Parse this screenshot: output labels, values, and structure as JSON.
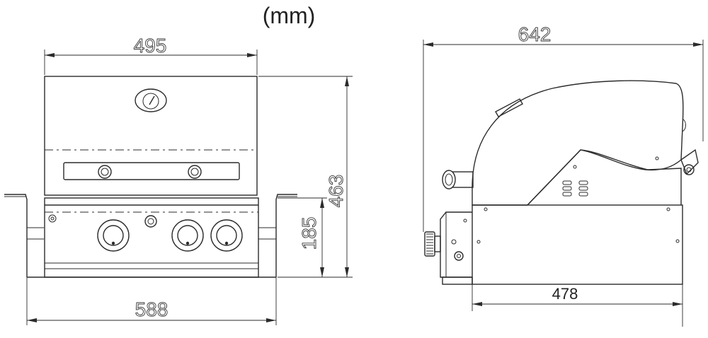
{
  "units_label": "(mm)",
  "dimensions": {
    "front_top_width": "495",
    "front_height_total": "463",
    "front_height_lower": "185",
    "front_bottom_width": "588",
    "side_top_depth": "642",
    "side_bottom_depth": "478"
  }
}
